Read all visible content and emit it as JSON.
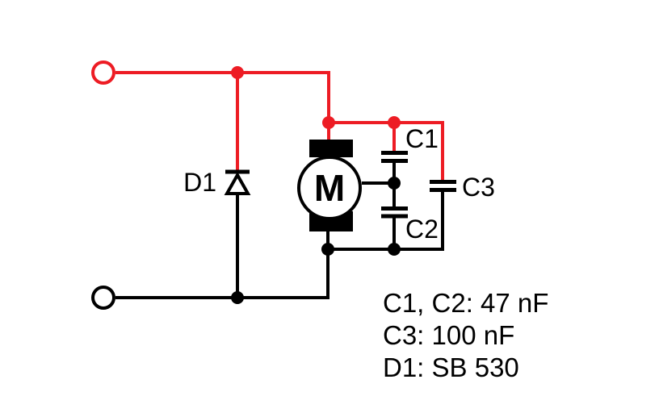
{
  "diagram": {
    "component_labels": {
      "diode": "D1",
      "cap1": "C1",
      "cap2": "C2",
      "cap3": "C3",
      "motor": "M"
    },
    "notes": [
      "C1, C2: 47 nF",
      "C3: 100 nF",
      "D1: SB 530"
    ],
    "component_values": {
      "c1": "47 nF",
      "c2": "47 nF",
      "c3": "100 nF",
      "d1": "SB 530"
    },
    "colors": {
      "positive_wire": "#ED1C24",
      "negative_wire": "#000000",
      "background": "#FFFFFF"
    }
  }
}
